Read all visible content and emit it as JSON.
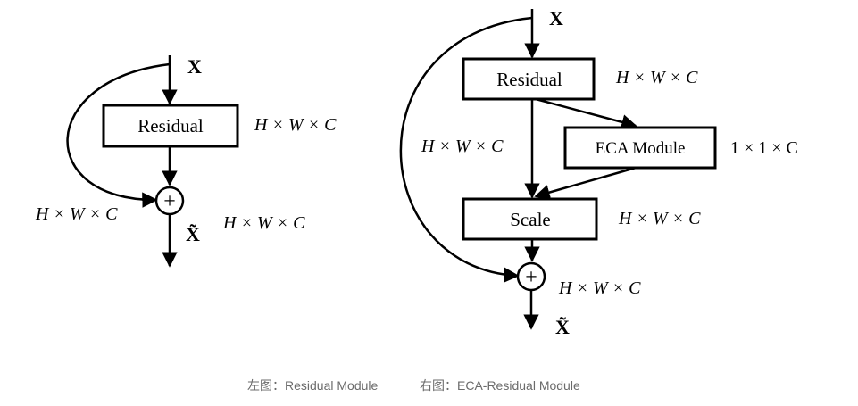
{
  "left": {
    "input_label": "X",
    "residual_label": "Residual",
    "residual_dim": "H × W × C",
    "skip_dim": "H × W × C",
    "output_label": "X̃",
    "output_dim": "H × W × C",
    "sum_symbol": "+"
  },
  "right": {
    "input_label": "X",
    "residual_label": "Residual",
    "residual_dim": "H × W × C",
    "skip_dim": "H × W × C",
    "eca_label": "ECA Module",
    "eca_dim": "1 × 1 × C",
    "scale_label": "Scale",
    "scale_dim": "H × W × C",
    "sum_symbol": "+",
    "sum_dim": "H × W × C",
    "output_label": "X̃"
  },
  "captions": {
    "left": "左图：Residual Module",
    "right": "右图：ECA-Residual Module"
  }
}
